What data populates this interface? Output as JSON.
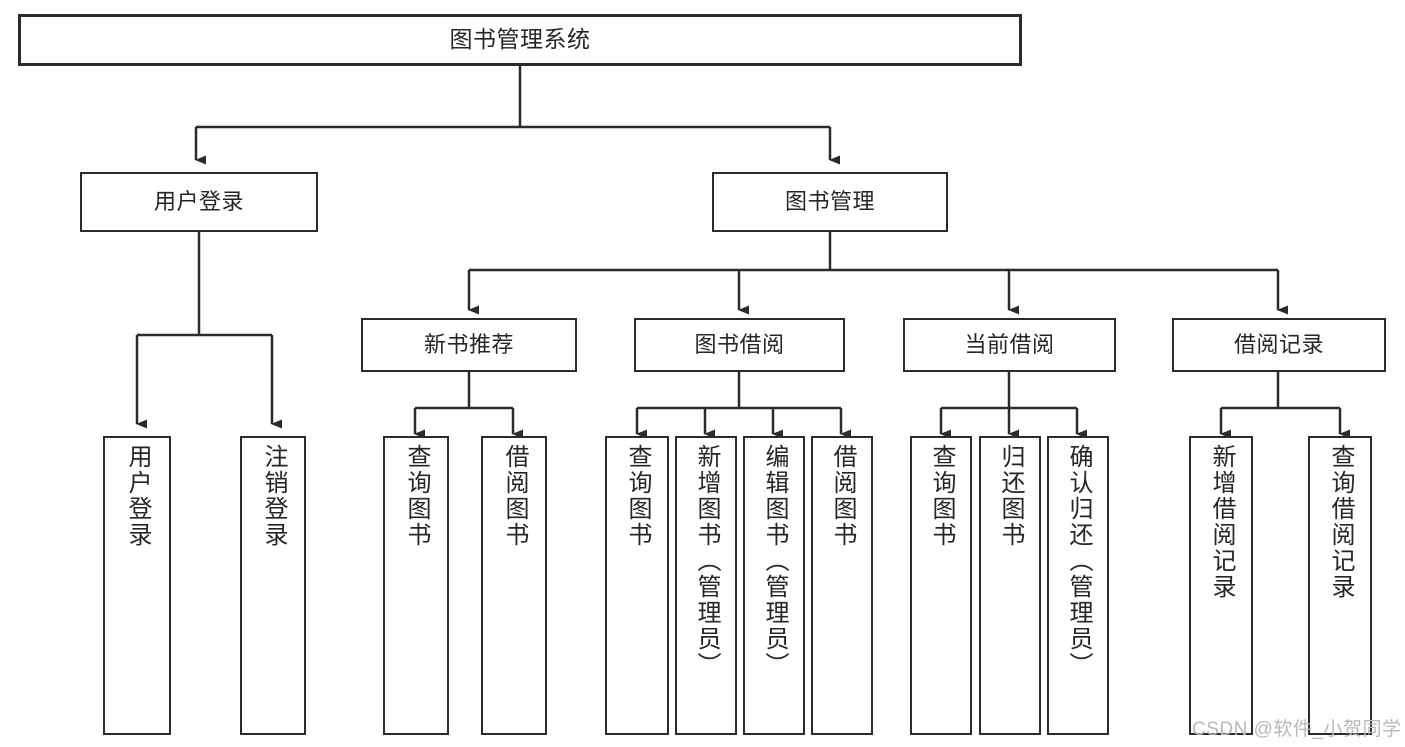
{
  "diagram": {
    "title": "图书管理系统",
    "type": "functional-structure-tree",
    "root": {
      "label": "图书管理系统"
    },
    "level1": [
      {
        "label": "用户登录"
      },
      {
        "label": "图书管理"
      }
    ],
    "level2": [
      {
        "label": "新书推荐"
      },
      {
        "label": "图书借阅"
      },
      {
        "label": "当前借阅"
      },
      {
        "label": "借阅记录"
      }
    ],
    "leaves": {
      "user_login": [
        {
          "label": "用户登录"
        },
        {
          "label": "注销登录"
        }
      ],
      "new_book_recommend": [
        {
          "label": "查询图书"
        },
        {
          "label": "借阅图书"
        }
      ],
      "book_borrow": [
        {
          "label": "查询图书"
        },
        {
          "label": "新增图书（管理员）"
        },
        {
          "label": "编辑图书（管理员）"
        },
        {
          "label": "借阅图书"
        }
      ],
      "current_borrow": [
        {
          "label": "查询图书"
        },
        {
          "label": "归还图书"
        },
        {
          "label": "确认归还（管理员）"
        }
      ],
      "borrow_record": [
        {
          "label": "新增借阅记录"
        },
        {
          "label": "查询借阅记录"
        }
      ]
    }
  },
  "watermark": {
    "text": "CSDN @软件_小贺同学"
  },
  "colors": {
    "stroke": "#2b2b2b",
    "fill": "#ffffff",
    "text": "#262626",
    "watermark": "#b9b9b9"
  }
}
